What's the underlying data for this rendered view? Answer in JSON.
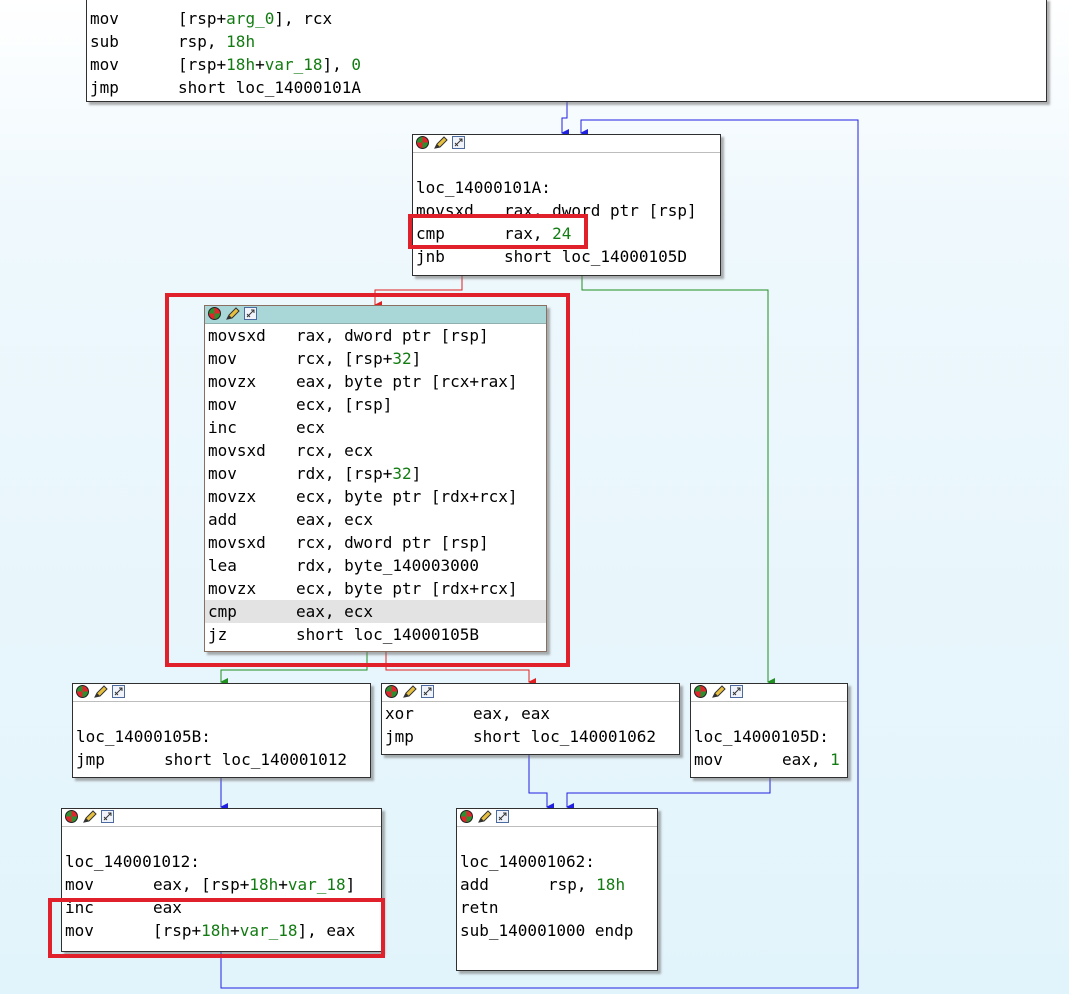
{
  "blocks": {
    "top": {
      "lines": [
        {
          "m": "mov",
          "ops": [
            {
              "t": "[rsp+"
            },
            {
              "t": "arg_0",
              "c": "sym"
            },
            {
              "t": "], rcx"
            }
          ]
        },
        {
          "m": "sub",
          "ops": [
            {
              "t": "rsp, "
            },
            {
              "t": "18h",
              "c": "num"
            }
          ]
        },
        {
          "m": "mov",
          "ops": [
            {
              "t": "[rsp+"
            },
            {
              "t": "18h",
              "c": "num"
            },
            {
              "t": "+"
            },
            {
              "t": "var_18",
              "c": "sym"
            },
            {
              "t": "], "
            },
            {
              "t": "0",
              "c": "num"
            }
          ]
        },
        {
          "m": "jmp",
          "ops": [
            {
              "t": "short loc_14000101A"
            }
          ]
        }
      ]
    },
    "b101a": {
      "lines": [
        {
          "m": "",
          "ops": []
        },
        {
          "m": "loc_14000101A:",
          "ops": []
        },
        {
          "m": "movsxd",
          "ops": [
            {
              "t": "rax, dword ptr [rsp]"
            }
          ]
        },
        {
          "m": "cmp",
          "ops": [
            {
              "t": "rax, "
            },
            {
              "t": "24",
              "c": "num"
            }
          ]
        },
        {
          "m": "jnb",
          "ops": [
            {
              "t": "short loc_14000105D"
            }
          ]
        }
      ]
    },
    "loop": {
      "lines": [
        {
          "m": "movsxd",
          "ops": [
            {
              "t": "rax, dword ptr [rsp]"
            }
          ]
        },
        {
          "m": "mov",
          "ops": [
            {
              "t": "rcx, [rsp+"
            },
            {
              "t": "32",
              "c": "num"
            },
            {
              "t": "]"
            }
          ]
        },
        {
          "m": "movzx",
          "ops": [
            {
              "t": "eax, byte ptr [rcx+rax]"
            }
          ]
        },
        {
          "m": "mov",
          "ops": [
            {
              "t": "ecx, [rsp]"
            }
          ]
        },
        {
          "m": "inc",
          "ops": [
            {
              "t": "ecx"
            }
          ]
        },
        {
          "m": "movsxd",
          "ops": [
            {
              "t": "rcx, ecx"
            }
          ]
        },
        {
          "m": "mov",
          "ops": [
            {
              "t": "rdx, [rsp+"
            },
            {
              "t": "32",
              "c": "num"
            },
            {
              "t": "]"
            }
          ]
        },
        {
          "m": "movzx",
          "ops": [
            {
              "t": "ecx, byte ptr [rdx+rcx]"
            }
          ]
        },
        {
          "m": "add",
          "ops": [
            {
              "t": "eax, ecx"
            }
          ]
        },
        {
          "m": "movsxd",
          "ops": [
            {
              "t": "rcx, dword ptr [rsp]"
            }
          ]
        },
        {
          "m": "lea",
          "ops": [
            {
              "t": "rdx, byte_140003000"
            }
          ]
        },
        {
          "m": "movzx",
          "ops": [
            {
              "t": "ecx, byte ptr [rdx+rcx]"
            }
          ]
        },
        {
          "m": "cmp",
          "ops": [
            {
              "t": "eax, ecx"
            }
          ],
          "hl": true
        },
        {
          "m": "jz",
          "ops": [
            {
              "t": "short loc_14000105B"
            }
          ]
        }
      ]
    },
    "b105b": {
      "lines": [
        {
          "m": "",
          "ops": []
        },
        {
          "m": "loc_14000105B:",
          "ops": []
        },
        {
          "m": "jmp",
          "ops": [
            {
              "t": "short loc_140001012"
            }
          ]
        }
      ]
    },
    "bxor": {
      "lines": [
        {
          "m": "xor",
          "ops": [
            {
              "t": "eax, eax"
            }
          ]
        },
        {
          "m": "jmp",
          "ops": [
            {
              "t": "short loc_140001062"
            }
          ]
        }
      ]
    },
    "b105d": {
      "lines": [
        {
          "m": "",
          "ops": []
        },
        {
          "m": "loc_14000105D:",
          "ops": []
        },
        {
          "m": "mov",
          "ops": [
            {
              "t": "eax, "
            },
            {
              "t": "1",
              "c": "num"
            }
          ]
        }
      ]
    },
    "b1012": {
      "lines": [
        {
          "m": "",
          "ops": []
        },
        {
          "m": "loc_140001012:",
          "ops": []
        },
        {
          "m": "mov",
          "ops": [
            {
              "t": "eax, [rsp+"
            },
            {
              "t": "18h",
              "c": "num"
            },
            {
              "t": "+"
            },
            {
              "t": "var_18",
              "c": "sym"
            },
            {
              "t": "]"
            }
          ]
        },
        {
          "m": "inc",
          "ops": [
            {
              "t": "eax"
            }
          ]
        },
        {
          "m": "mov",
          "ops": [
            {
              "t": "[rsp+"
            },
            {
              "t": "18h",
              "c": "num"
            },
            {
              "t": "+"
            },
            {
              "t": "var_18",
              "c": "sym"
            },
            {
              "t": "], eax"
            }
          ]
        }
      ]
    },
    "b1062": {
      "lines": [
        {
          "m": "",
          "ops": []
        },
        {
          "m": "loc_140001062:",
          "ops": []
        },
        {
          "m": "add",
          "ops": [
            {
              "t": "rsp, "
            },
            {
              "t": "18h",
              "c": "num"
            }
          ]
        },
        {
          "m": "retn",
          "ops": []
        },
        {
          "m": "sub_140001000 endp",
          "ops": []
        }
      ]
    }
  },
  "colors": {
    "flow_unconditional": "#2020e0",
    "flow_true": "#1f8f1f",
    "flow_false": "#e02020",
    "annotation_box": "#e0202a",
    "number": "#127b12"
  },
  "header_icons": [
    "graph-color-icon",
    "rename-pencil-icon",
    "graph-overview-icon"
  ]
}
